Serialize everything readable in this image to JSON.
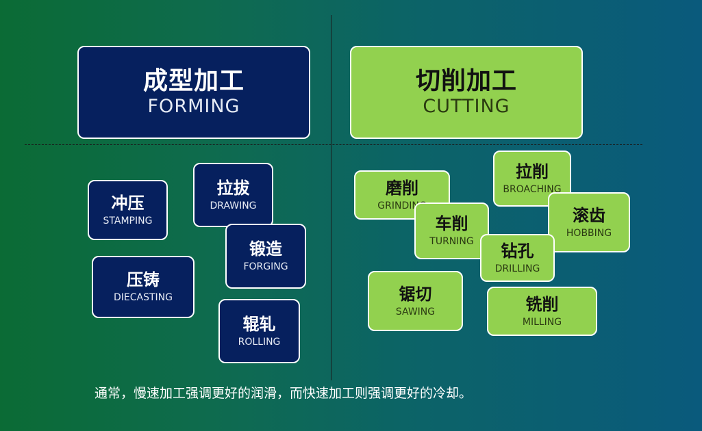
{
  "forming": {
    "title_zh": "成型加工",
    "title_en": "FORMING",
    "items": [
      {
        "zh": "冲压",
        "en": "STAMPING"
      },
      {
        "zh": "拉拔",
        "en": "DRAWING"
      },
      {
        "zh": "锻造",
        "en": "FORGING"
      },
      {
        "zh": "压铸",
        "en": "DIECASTING"
      },
      {
        "zh": "辊轧",
        "en": "ROLLING"
      }
    ]
  },
  "cutting": {
    "title_zh": "切削加工",
    "title_en": "CUTTING",
    "items": [
      {
        "zh": "磨削",
        "en": "GRINDING"
      },
      {
        "zh": "拉削",
        "en": "BROACHING"
      },
      {
        "zh": "车削",
        "en": "TURNING"
      },
      {
        "zh": "滚齿",
        "en": "HOBBING"
      },
      {
        "zh": "钻孔",
        "en": "DRILLING"
      },
      {
        "zh": "锯切",
        "en": "SAWING"
      },
      {
        "zh": "铣削",
        "en": "MILLING"
      }
    ]
  },
  "footer": "通常，慢速加工强调更好的润滑，而快速加工则强调更好的冷却。",
  "colors": {
    "forming_fill": "#06205e",
    "cutting_fill": "#92d14f",
    "border": "#ffffff",
    "background_left": "#0b6b35",
    "background_right": "#0a5a7c"
  }
}
